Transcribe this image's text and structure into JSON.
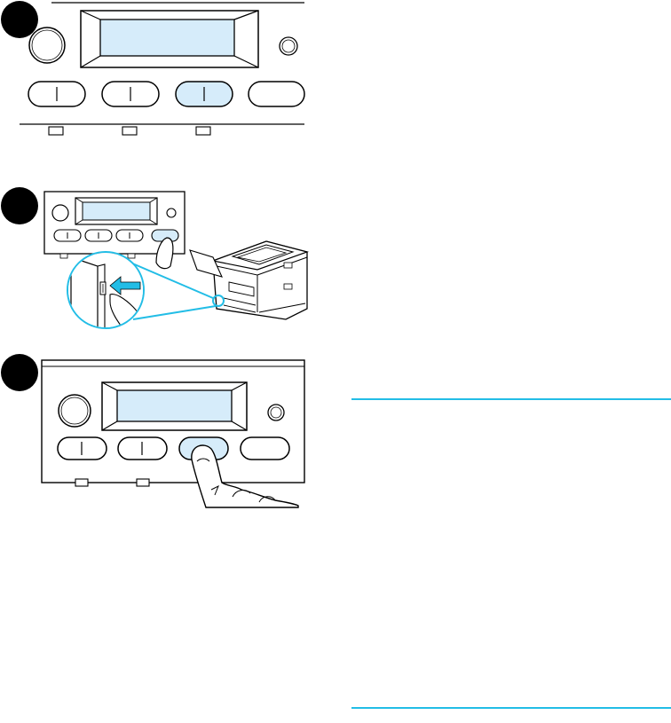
{
  "steps": [
    {
      "label": ""
    },
    {
      "label": ""
    },
    {
      "label": ""
    }
  ],
  "colors": {
    "accent": "#22bde6",
    "highlight_fill": "#d6ecfa",
    "step_badge": "#000000",
    "line": "#000000",
    "panel_face": "#ffffff"
  },
  "icons": {
    "steps": "filled-circle-badge",
    "power_button": "large-round-button",
    "ready_led": "small-round-led",
    "pointing_hand": "finger-press-icon",
    "arrow": "push-arrow-icon"
  },
  "separators": [
    {
      "name": "separator-top"
    },
    {
      "name": "separator-bottom"
    }
  ]
}
